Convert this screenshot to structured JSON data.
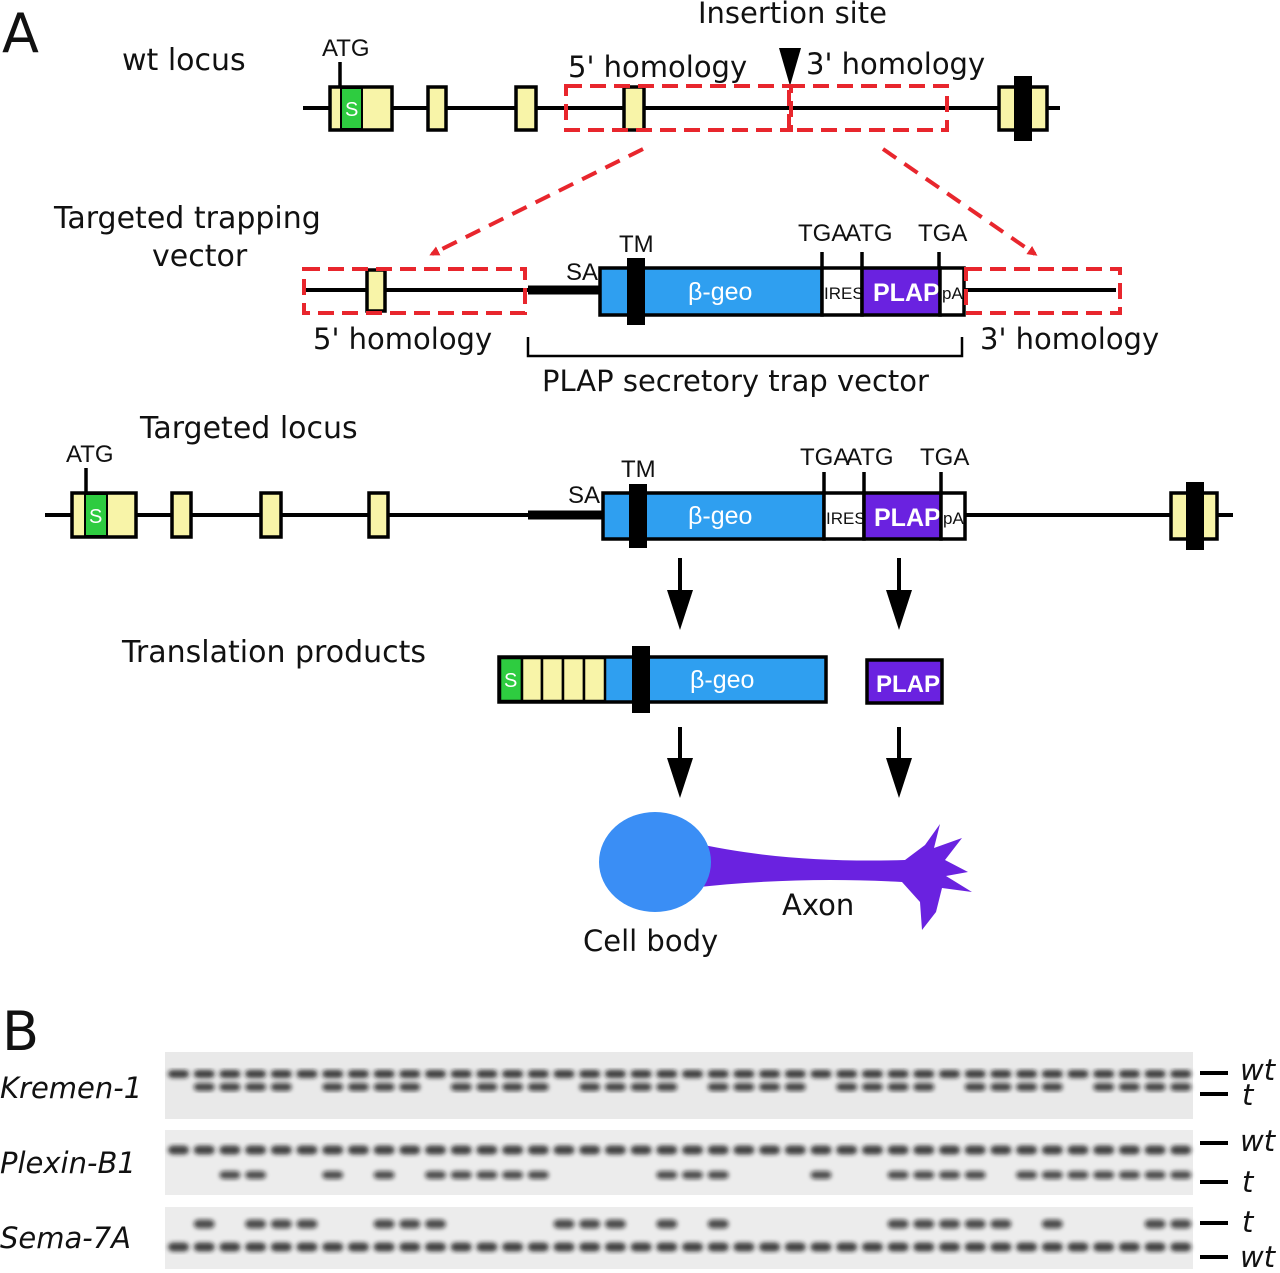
{
  "panel_a": {
    "letter": "A",
    "wt_locus": "wt locus",
    "insertion_site": "Insertion site",
    "atg": "ATG",
    "s": "S",
    "homology_5": "5' homology",
    "homology_3": "3' homology",
    "targeted_trapping_vector_line1": "Targeted trapping",
    "targeted_trapping_vector_line2": "vector",
    "sa": "SA",
    "tm": "TM",
    "tga": "TGA",
    "beta_geo": "β-geo",
    "ires": "IRES",
    "plap": "PLAP",
    "pa": "pA",
    "plap_secretory_trap_vector": "PLAP secretory trap vector",
    "targeted_locus": "Targeted locus",
    "translation_products": "Translation products",
    "cell_body": "Cell body",
    "axon": "Axon",
    "colors": {
      "exon": "#f8f4a8",
      "signal": "#2ecc40",
      "beta_geo": "#2f9ff0",
      "plap": "#6a22e0",
      "homology_box": "#e8262d",
      "cell_body": "#3a8ef5",
      "axon": "#6a22e0"
    }
  },
  "panel_b": {
    "letter": "B",
    "blots": [
      {
        "gene": "Kremen-1",
        "top_label": "wt",
        "bottom_label": "t"
      },
      {
        "gene": "Plexin-B1",
        "top_label": "wt",
        "bottom_label": "t"
      },
      {
        "gene": "Sema-7A",
        "top_label": "t",
        "bottom_label": "wt"
      }
    ]
  }
}
